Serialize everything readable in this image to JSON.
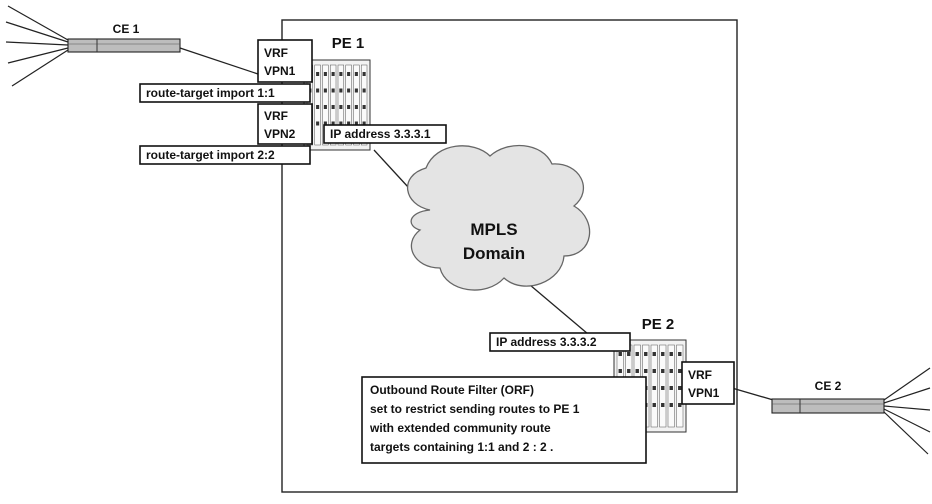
{
  "ce1": {
    "label": "CE 1"
  },
  "ce2": {
    "label": "CE 2"
  },
  "pe1": {
    "label": "PE 1",
    "vrf_label": "VRF",
    "vpn1_label": "VPN1",
    "vpn2_label": "VPN2",
    "import1": "route-target import 1:1",
    "import2": "route-target import 2:2",
    "ip": "IP  address 3.3.3.1"
  },
  "cloud": {
    "line1": "MPLS",
    "line2": "Domain"
  },
  "pe2": {
    "label": "PE 2",
    "ip": "IP  address 3.3.3.2",
    "vrf_label": "VRF",
    "vpn1_label": "VPN1"
  },
  "orf_note": {
    "lines": [
      "Outbound Route Filter (ORF)",
      "set to restrict sending routes to PE 1",
      "with extended community route",
      "targets containing 1:1 and 2 : 2 ."
    ]
  }
}
